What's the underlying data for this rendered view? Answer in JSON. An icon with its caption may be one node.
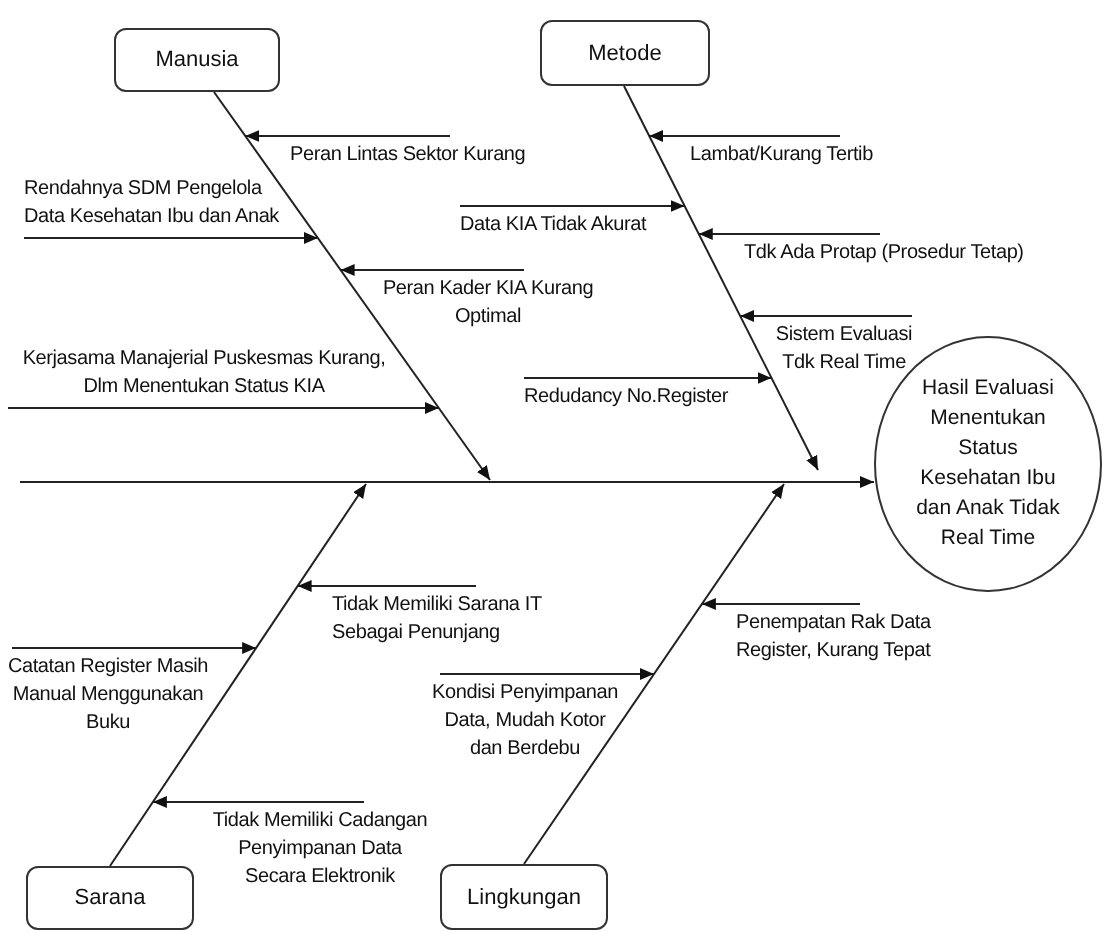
{
  "diagram": {
    "nodes": [
      {
        "text": [
          "Manusia"
        ]
      },
      {
        "text": [
          "Metode"
        ]
      },
      {
        "text": [
          "Hasil Evaluasi Menentukan Status Kesehatan Ibu dan Anak Tidak Real Time"
        ]
      },
      {
        "text": [
          "Sarana"
        ]
      },
      {
        "text": [
          "Lingkungan"
        ]
      },
      {
        "text": [
          "Peran Lintas Sektor Kurang"
        ]
      },
      {
        "text": [
          "Rendahnya SDM Pengelola Data Kesehatan Ibu dan Anak"
        ]
      },
      {
        "text": [
          "Peran Kader KIA Kurang Optimal"
        ]
      },
      {
        "text": [
          "Kerjasama Manajerial Puskesmas Kurang, Dlm Menentukan Status KIA"
        ]
      },
      {
        "text": [
          "Lambat/Kurang Tertib"
        ]
      },
      {
        "text": [
          "Data KIA Tidak Akurat"
        ]
      },
      {
        "text": [
          "Tdk Ada Protap (Prosedur Tetap)"
        ]
      },
      {
        "text": [
          "Sistem Evaluasi Tdk Real Time"
        ]
      },
      {
        "text": [
          "Redudancy No.Register"
        ]
      },
      {
        "text": [
          "Tidak Memiliki Sarana IT Sebagai Penunjang"
        ]
      },
      {
        "text": [
          "Catatan Register Masih Manual Menggunakan Buku"
        ]
      },
      {
        "text": [
          "Tidak Memiliki Cadangan Penyimpanan Data Secara Elektronik"
        ]
      },
      {
        "text": [
          "Kondisi Penyimpanan Data, Mudah Kotor dan Berdebu"
        ]
      },
      {
        "text": [
          "Penempatan Rak Data Register, Kurang Tepat"
        ]
      }
    ],
    "edges": [
      {
        "from": 0,
        "to": null,
        "arrow": "to"
      },
      {
        "from": 1,
        "to": null,
        "arrow": "to"
      },
      {
        "from": null,
        "to": 2,
        "arrow": "to"
      },
      {
        "from": 3,
        "to": null,
        "arrow": "to"
      },
      {
        "from": 4,
        "to": null,
        "arrow": "to"
      },
      {
        "from": 5,
        "to": null,
        "arrow": "to"
      },
      {
        "from": 6,
        "to": null,
        "arrow": "to"
      },
      {
        "from": 7,
        "to": null,
        "arrow": "to"
      },
      {
        "from": 8,
        "to": null,
        "arrow": "to"
      },
      {
        "from": 9,
        "to": null,
        "arrow": "to"
      },
      {
        "from": 10,
        "to": null,
        "arrow": "to"
      },
      {
        "from": 11,
        "to": null,
        "arrow": "to"
      },
      {
        "from": 12,
        "to": null,
        "arrow": "to"
      },
      {
        "from": 13,
        "to": null,
        "arrow": "to"
      },
      {
        "from": 14,
        "to": null,
        "arrow": "to"
      },
      {
        "from": 15,
        "to": null,
        "arrow": "to"
      },
      {
        "from": 16,
        "to": null,
        "arrow": "to"
      },
      {
        "from": 17,
        "to": null,
        "arrow": "to"
      },
      {
        "from": 18,
        "to": null,
        "arrow": "to"
      }
    ]
  }
}
